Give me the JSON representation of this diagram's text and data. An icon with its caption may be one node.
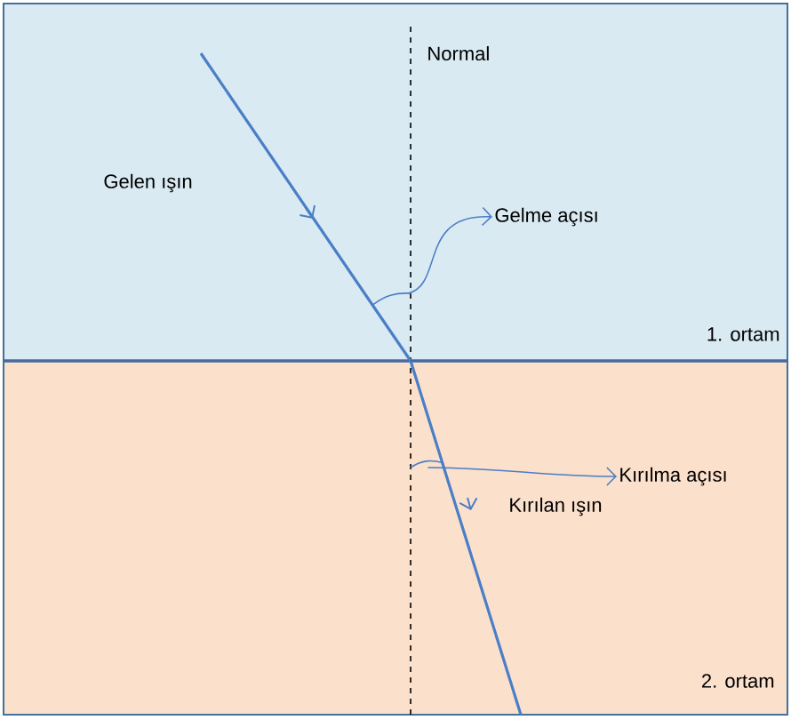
{
  "diagram": {
    "nodes": [
      {
        "text": [
          "Gelme açısı"
        ]
      },
      {
        "text": [],
        "shape": "arc"
      },
      {
        "text": [
          "Kırılma açısı"
        ]
      },
      {
        "text": [],
        "shape": "arc"
      }
    ],
    "edges": [
      {
        "from": 1,
        "to": 0,
        "arrow": "to"
      },
      {
        "from": 3,
        "to": 2,
        "arrow": "to"
      }
    ],
    "labels": [
      "Normal",
      "Gelen ışın",
      "1. ortam",
      "Kırılan ışın",
      "2. ortam"
    ]
  }
}
